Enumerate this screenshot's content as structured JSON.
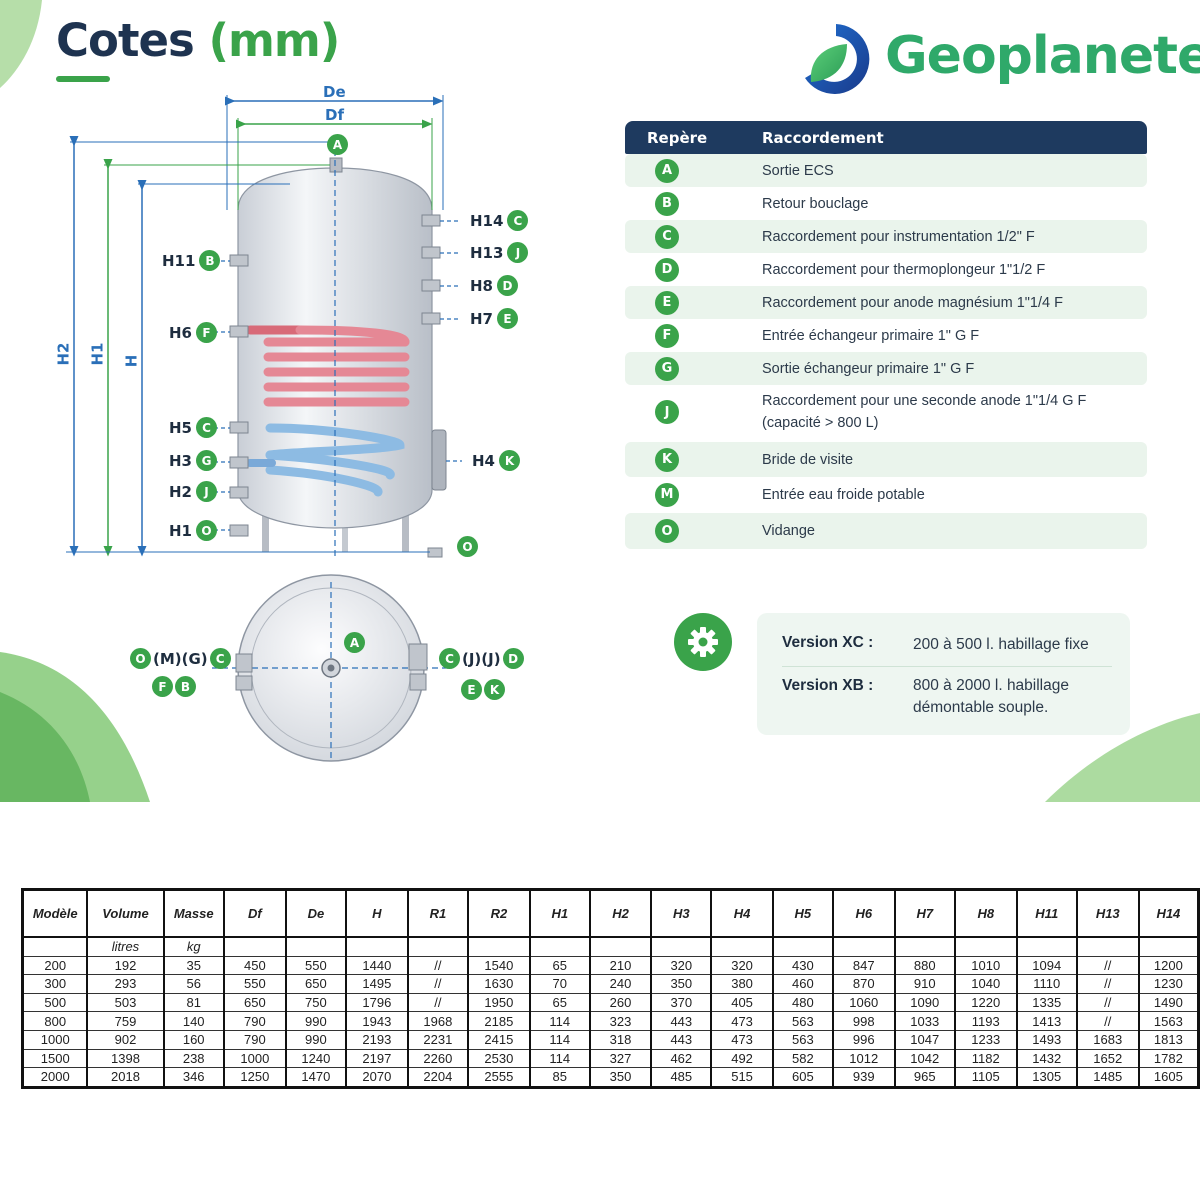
{
  "title": {
    "main": "Cotes",
    "unit": "(mm)"
  },
  "brand": {
    "name": "Geoplanete",
    "logo_icon": "geoplanete-leaf-logo-icon"
  },
  "colors": {
    "green": "#3aa34a",
    "navy": "#1e3a5f",
    "hot": "#e27a88",
    "cold": "#7fb0dc"
  },
  "diagram": {
    "dims": {
      "De": "De",
      "Df": "Df",
      "H2": "H2",
      "H1": "H1",
      "H": "H"
    },
    "top_marker": "A",
    "left_callouts": [
      {
        "code": "H11",
        "mark": "B"
      },
      {
        "code": "H6",
        "mark": "F"
      },
      {
        "code": "H5",
        "mark": "C"
      },
      {
        "code": "H3",
        "mark": "G"
      },
      {
        "code": "H2",
        "mark": "J"
      },
      {
        "code": "H1",
        "mark": "O"
      }
    ],
    "right_callouts": [
      {
        "code": "H14",
        "mark": "C"
      },
      {
        "code": "H13",
        "mark": "J"
      },
      {
        "code": "H8",
        "mark": "D"
      },
      {
        "code": "H7",
        "mark": "E"
      },
      {
        "code": "H4",
        "mark": "K"
      }
    ],
    "bottom_marker": "O",
    "plan": {
      "center_marker": "A",
      "left_top_prefix_mark": "O",
      "left_top_text": "(M)(G)",
      "left_top_mark": "C",
      "left_bottom_marks": [
        "F",
        "B"
      ],
      "right_top_mark": "C",
      "right_top_text": "(J)(J)",
      "right_top_suffix_mark": "D",
      "right_bottom_mark": "E",
      "right_bottom_mark2": "K"
    }
  },
  "legend": {
    "header": {
      "col1": "Repère",
      "col2": "Raccordement"
    },
    "rows": [
      {
        "mark": "A",
        "desc": "Sortie ECS"
      },
      {
        "mark": "B",
        "desc": "Retour bouclage"
      },
      {
        "mark": "C",
        "desc": "Raccordement pour instrumentation 1/2\" F"
      },
      {
        "mark": "D",
        "desc": "Raccordement pour thermoplongeur 1\"1/2 F"
      },
      {
        "mark": "E",
        "desc": "Raccordement pour anode magnésium 1\"1/4 F"
      },
      {
        "mark": "F",
        "desc": "Entrée échangeur primaire 1\" G F"
      },
      {
        "mark": "G",
        "desc": "Sortie échangeur primaire 1\" G F"
      },
      {
        "mark": "J",
        "desc": "Raccordement pour une seconde anode 1\"1/4 G F",
        "desc2": "(capacité > 800 L)"
      },
      {
        "mark": "K",
        "desc": "Bride de visite"
      },
      {
        "mark": "M",
        "desc": "Entrée eau froide potable"
      },
      {
        "mark": "O",
        "desc": "Vidange"
      }
    ]
  },
  "versions": {
    "icon": "gear-icon",
    "items": [
      {
        "label": "Version XC :",
        "text": "200 à 500 l. habillage fixe"
      },
      {
        "label": "Version XB :",
        "text": "800 à 2000 l. habillage",
        "text2": "démontable souple."
      }
    ]
  },
  "table": {
    "headers": [
      "Modèle",
      "Volume",
      "Masse",
      "Df",
      "De",
      "H",
      "R1",
      "R2",
      "H1",
      "H2",
      "H3",
      "H4",
      "H5",
      "H6",
      "H7",
      "H8",
      "H11",
      "H13",
      "H14"
    ],
    "units": [
      "",
      "litres",
      "kg",
      "",
      "",
      "",
      "",
      "",
      "",
      "",
      "",
      "",
      "",
      "",
      "",
      "",
      "",
      "",
      ""
    ],
    "rows": [
      [
        "200",
        "192",
        "35",
        "450",
        "550",
        "1440",
        "//",
        "1540",
        "65",
        "210",
        "320",
        "320",
        "430",
        "847",
        "880",
        "1010",
        "1094",
        "//",
        "1200"
      ],
      [
        "300",
        "293",
        "56",
        "550",
        "650",
        "1495",
        "//",
        "1630",
        "70",
        "240",
        "350",
        "380",
        "460",
        "870",
        "910",
        "1040",
        "1110",
        "//",
        "1230"
      ],
      [
        "500",
        "503",
        "81",
        "650",
        "750",
        "1796",
        "//",
        "1950",
        "65",
        "260",
        "370",
        "405",
        "480",
        "1060",
        "1090",
        "1220",
        "1335",
        "//",
        "1490"
      ],
      [
        "800",
        "759",
        "140",
        "790",
        "990",
        "1943",
        "1968",
        "2185",
        "114",
        "323",
        "443",
        "473",
        "563",
        "998",
        "1033",
        "1193",
        "1413",
        "//",
        "1563"
      ],
      [
        "1000",
        "902",
        "160",
        "790",
        "990",
        "2193",
        "2231",
        "2415",
        "114",
        "318",
        "443",
        "473",
        "563",
        "996",
        "1047",
        "1233",
        "1493",
        "1683",
        "1813"
      ],
      [
        "1500",
        "1398",
        "238",
        "1000",
        "1240",
        "2197",
        "2260",
        "2530",
        "114",
        "327",
        "462",
        "492",
        "582",
        "1012",
        "1042",
        "1182",
        "1432",
        "1652",
        "1782"
      ],
      [
        "2000",
        "2018",
        "346",
        "1250",
        "1470",
        "2070",
        "2204",
        "2555",
        "85",
        "350",
        "485",
        "515",
        "605",
        "939",
        "965",
        "1105",
        "1305",
        "1485",
        "1605"
      ]
    ]
  }
}
